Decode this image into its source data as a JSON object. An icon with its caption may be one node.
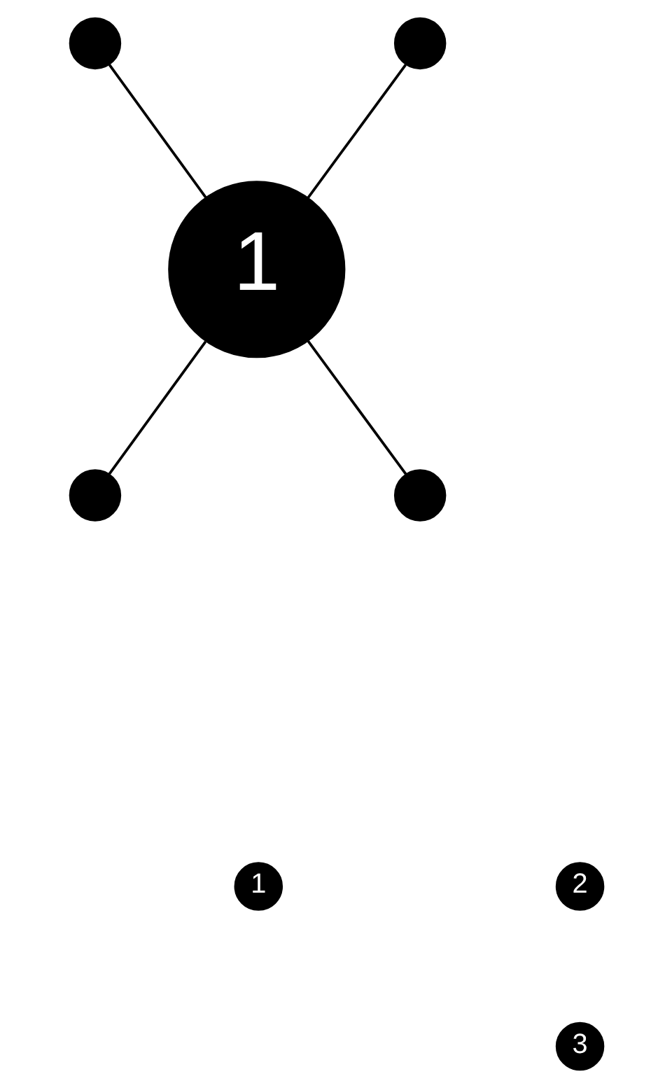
{
  "diagram": {
    "nodes": [
      {
        "text": [
          "1"
        ]
      },
      {
        "text": [],
        "shape": "circle"
      },
      {
        "text": [],
        "shape": "circle"
      },
      {
        "text": [],
        "shape": "circle"
      },
      {
        "text": [],
        "shape": "circle"
      },
      {
        "text": [
          "1"
        ]
      },
      {
        "text": [
          "2"
        ]
      },
      {
        "text": [
          "3"
        ]
      }
    ],
    "edges": [
      {
        "from": 0,
        "to": 1,
        "arrow": "none"
      },
      {
        "from": 0,
        "to": 2,
        "arrow": "none"
      },
      {
        "from": 0,
        "to": 3,
        "arrow": "none"
      },
      {
        "from": 0,
        "to": 4,
        "arrow": "none"
      }
    ]
  }
}
